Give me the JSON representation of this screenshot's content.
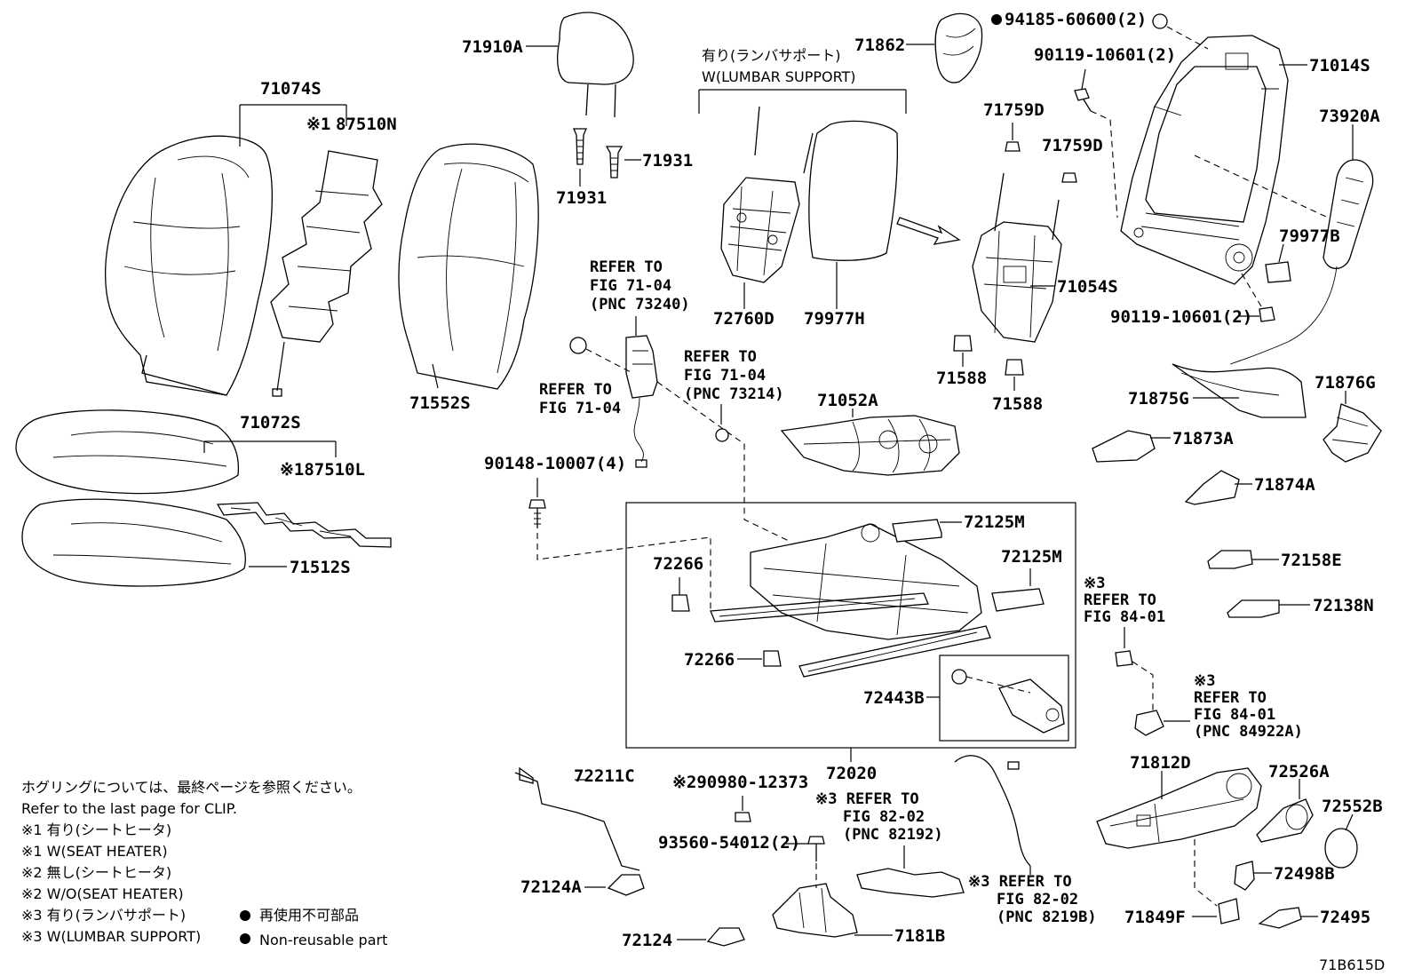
{
  "parts": {
    "p71074S": "71074S",
    "p87510N": "87510N",
    "p87510N_mark": "※1",
    "p71910A": "71910A",
    "p71931a": "71931",
    "p71931b": "71931",
    "p71552S": "71552S",
    "p71072S": "71072S",
    "p87510L": "※187510L",
    "p71512S": "71512S",
    "p71862": "71862",
    "p94185": "94185-60600(2)",
    "p90119a": "90119-10601(2)",
    "p71014S": "71014S",
    "p73920A": "73920A",
    "p71759Da": "71759D",
    "p71759Db": "71759D",
    "p71054S": "71054S",
    "p79977B": "79977B",
    "p90119b": "90119-10601(2)",
    "p71588a": "71588",
    "p71588b": "71588",
    "p72760D": "72760D",
    "p79977H": "79977H",
    "p71052A": "71052A",
    "p71875G": "71875G",
    "p71876G": "71876G",
    "p71873A": "71873A",
    "p71874A": "71874A",
    "p72158E": "72158E",
    "p72138N": "72138N",
    "p90148": "90148-10007(4)",
    "p72125Ma": "72125M",
    "p72125Mb": "72125M",
    "p72266a": "72266",
    "p72266b": "72266",
    "p72443B": "72443B",
    "p72020": "72020",
    "p72211C": "72211C",
    "p90980": "※290980-12373",
    "p93560": "93560-54012(2)",
    "p72124A": "72124A",
    "p72124": "72124",
    "p7181B": "7181B",
    "p71812D": "71812D",
    "p72526A": "72526A",
    "p72552B": "72552B",
    "p72498B": "72498B",
    "p71849F": "71849F",
    "p72495": "72495"
  },
  "lumbar_group": {
    "ja": "有り(ランバサポート)",
    "en": "W(LUMBAR SUPPORT)"
  },
  "refs": {
    "r1": [
      "REFER TO",
      "FIG 71-04",
      "(PNC 73240)"
    ],
    "r2": [
      "REFER TO",
      "FIG 71-04"
    ],
    "r3": [
      "REFER TO",
      "FIG 71-04",
      "(PNC 73214)"
    ],
    "r4": [
      "※3",
      "REFER TO",
      "FIG 84-01"
    ],
    "r5": [
      "※3",
      "REFER TO",
      "FIG 84-01",
      "(PNC 84922A)"
    ],
    "r6": [
      "※3 REFER TO",
      "FIG 82-02",
      "(PNC 82192)"
    ],
    "r7": [
      "※3 REFER TO",
      "FIG 82-02",
      "(PNC 8219B)"
    ]
  },
  "legend": {
    "clip_ja": "ホグリングについては、最終ページを参照ください。",
    "clip_en": "Refer to the last page for CLIP.",
    "n1_ja": "※1 有り(シートヒータ)",
    "n1_en": "※1 W(SEAT HEATER)",
    "n2_ja": "※2 無し(シートヒータ)",
    "n2_en": "※2 W/O(SEAT HEATER)",
    "n3_ja": "※3 有り(ランバサポート)",
    "n3_en": "※3 W(LUMBAR SUPPORT)",
    "nonreuse_ja": "再使用不可部品",
    "nonreuse_en": "Non-reusable part"
  },
  "figure_code": "71B615D"
}
